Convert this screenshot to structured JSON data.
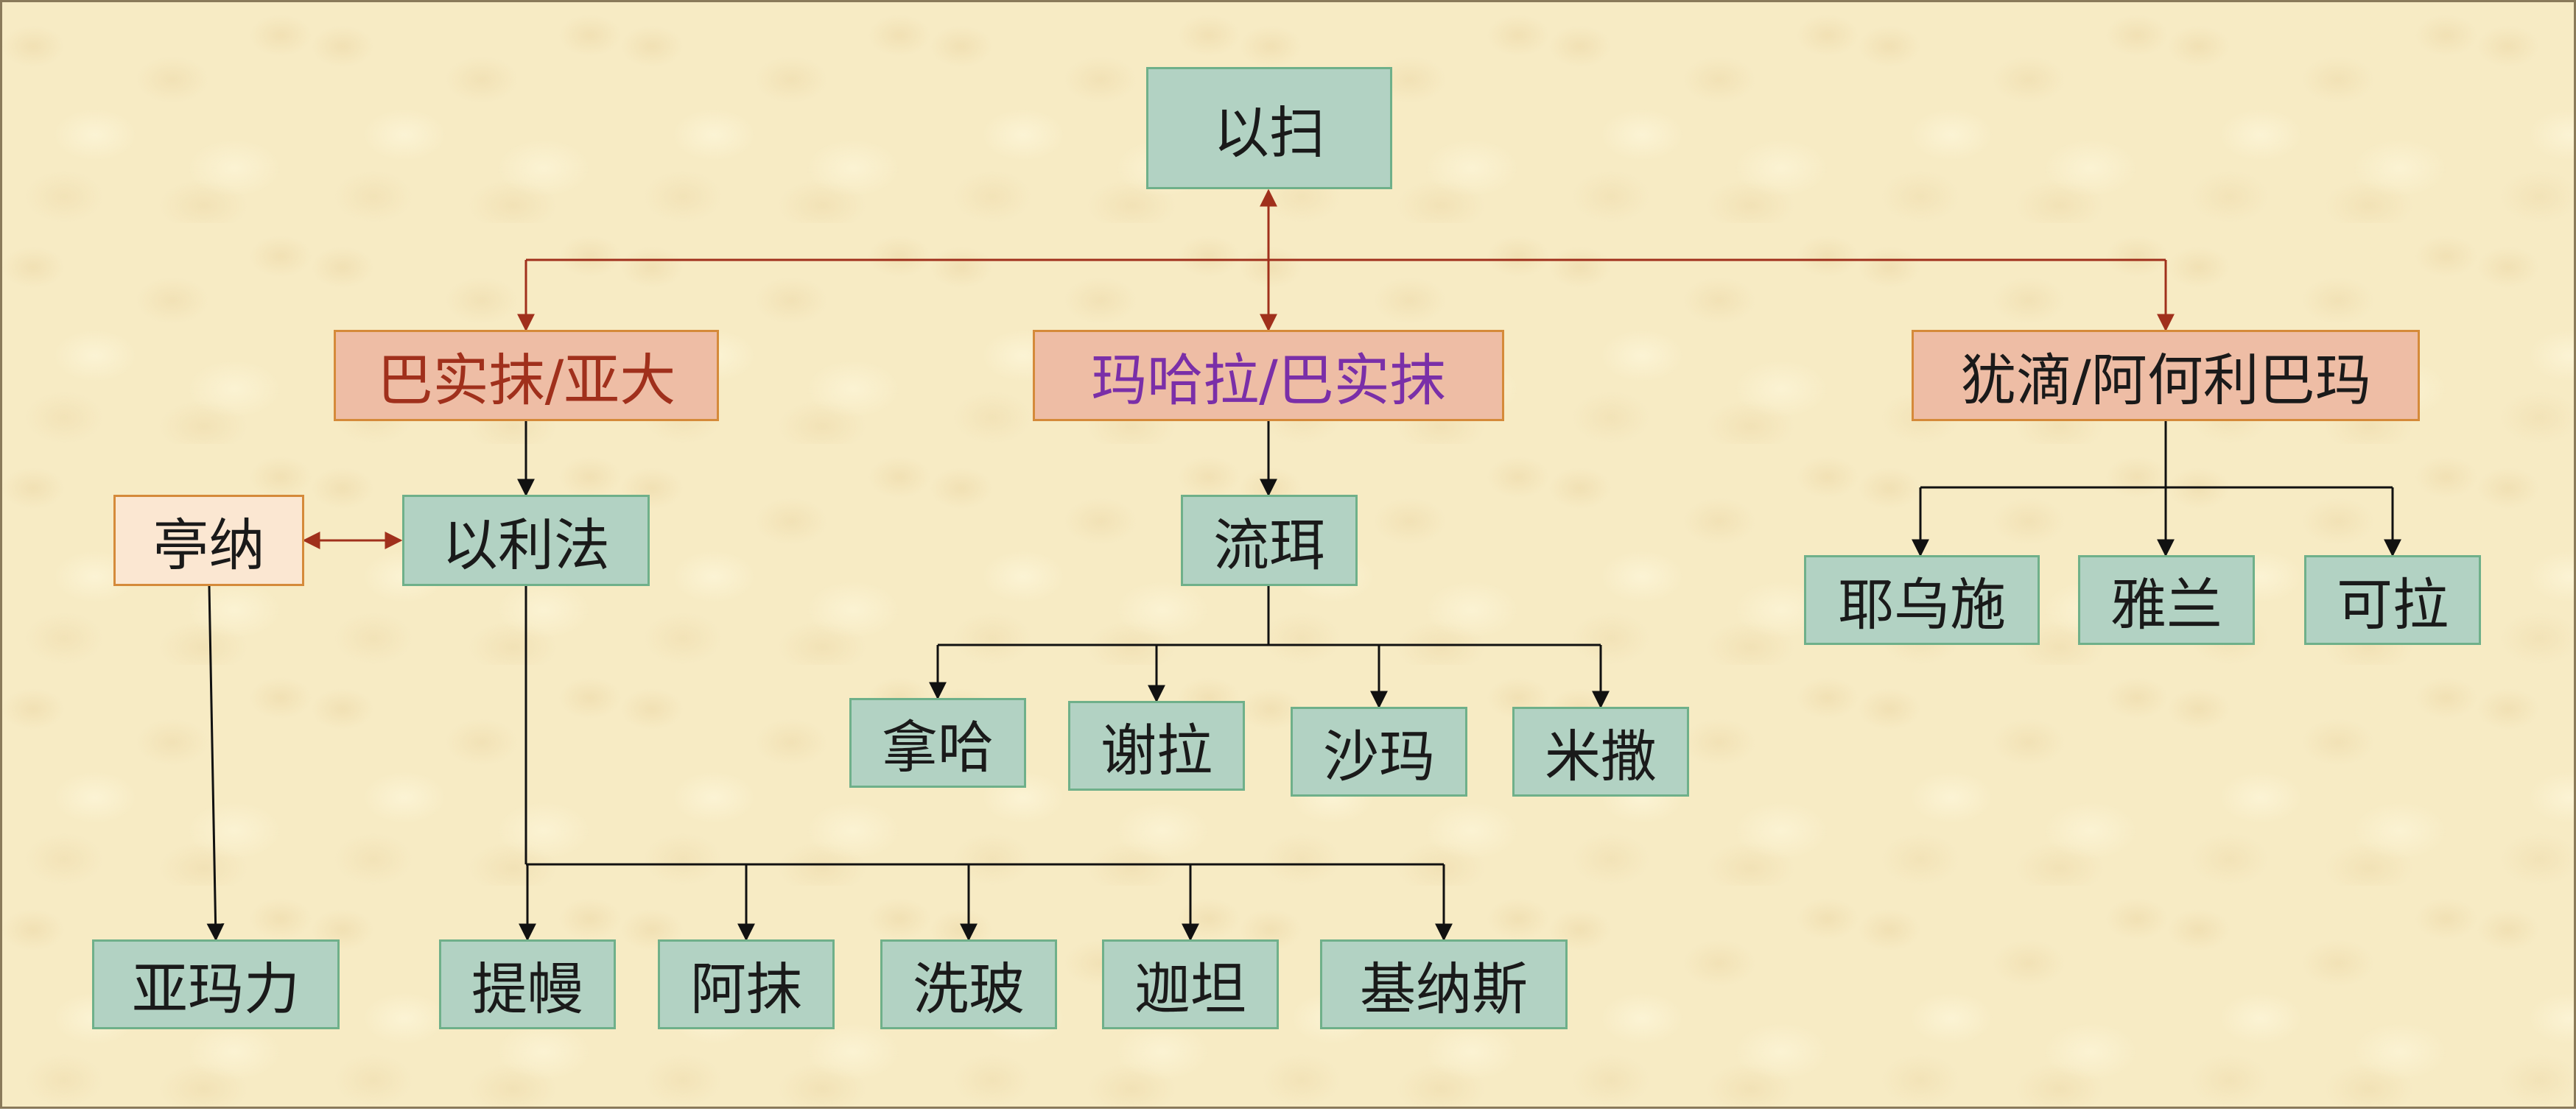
{
  "colors": {
    "background": "#f7ebc4",
    "teal_fill": "#b2d2c3",
    "salmon_fill": "#eebda5",
    "cream_fill": "#fbe7d2",
    "connector_black": "#111111",
    "connector_red": "#a0301c",
    "text_red": "#a0301c",
    "text_purple": "#7a2fa8"
  },
  "nodes": {
    "esau": "以扫",
    "basemath_adah": "巴实抹/亚大",
    "mahalath_basemath": "玛哈拉/巴实抹",
    "judith_aholibamah": "犹滴/阿何利巴玛",
    "timna": "亭纳",
    "eliphaz": "以利法",
    "reuel": "流珥",
    "jeush": "耶乌施",
    "jaalam": "雅兰",
    "korah": "可拉",
    "nahath": "拿哈",
    "zerah": "谢拉",
    "shammah": "沙玛",
    "mizzah": "米撒",
    "amalek": "亚玛力",
    "teman": "提幔",
    "omar": "阿抹",
    "zepho": "洗玻",
    "gatam": "迦坦",
    "kenaz": "基纳斯"
  }
}
